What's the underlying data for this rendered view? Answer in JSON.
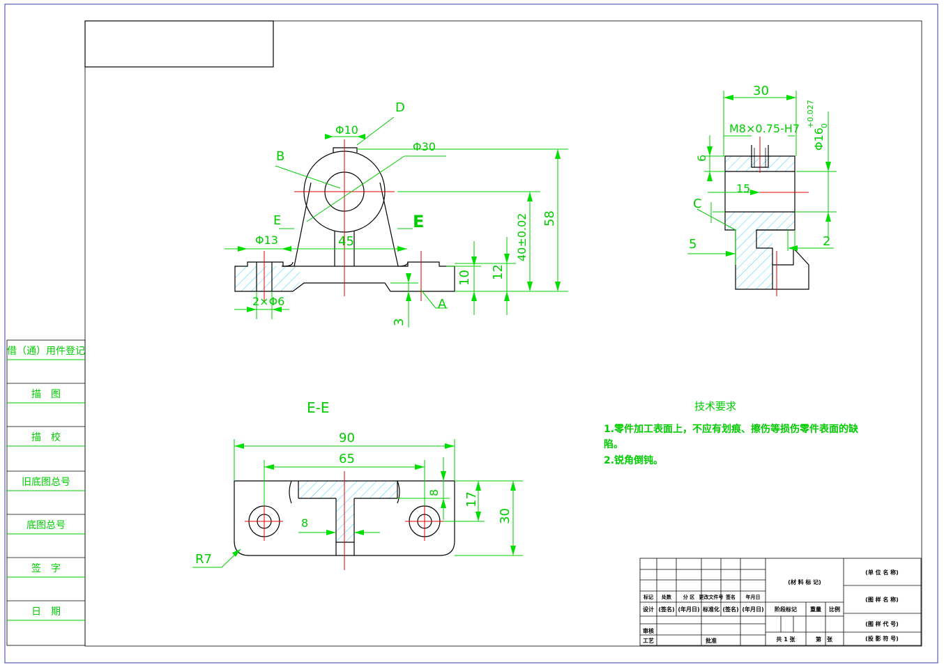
{
  "colors": {
    "line": "#000000",
    "dimension": "#00cc00",
    "centerline": "#e00000",
    "hatch": "#00c8ff",
    "frame": "#3a3aa8"
  },
  "front_view": {
    "labels": {
      "phi10": "Φ10",
      "phi30": "Φ30",
      "D": "D",
      "B": "B",
      "E_left": "E",
      "E_right": "E",
      "A": "A",
      "phi13": "Φ13",
      "d45": "45",
      "holes": "2×Φ6",
      "d10": "10",
      "d12": "12",
      "d3": "3",
      "d40": "40±0.02",
      "d58": "58"
    }
  },
  "side_view": {
    "labels": {
      "d30": "30",
      "thread": "M8×0.75-H7",
      "phi16": "Φ16",
      "tol_upper": "+0.027",
      "tol_lower": "0",
      "d6": "6",
      "d15": "15",
      "C": "C",
      "d5": "5",
      "d2": "2"
    }
  },
  "section_view": {
    "title": "E-E",
    "labels": {
      "d90": "90",
      "d65": "65",
      "d8_top": "8",
      "d8_web": "8",
      "d17": "17",
      "d30": "30",
      "r7": "R7"
    }
  },
  "tech_req": {
    "title": "技术要求",
    "line1": "1.零件加工表面上，不应有划痕、擦伤等损伤零件表面的缺",
    "line1b": "陷。",
    "line2": "2.锐角倒钝。"
  },
  "left_strip": {
    "items": [
      "借（通）用件登记",
      "描　图",
      "描　校",
      "旧底图总号",
      "底图总号",
      "签　字",
      "日　期"
    ]
  },
  "title_block": {
    "hdr": [
      "标记",
      "处数",
      "分 区",
      "更改文件号",
      "签名",
      "年月日"
    ],
    "design": [
      "设计",
      "(签名)",
      "(年月日)",
      "标准化",
      "(签名)",
      "(年月日)"
    ],
    "review": "审核",
    "process": "工艺",
    "approve": "批准",
    "material": "(材 料 标 记)",
    "stage": "阶段标记",
    "weight": "重量",
    "scale": "比例",
    "total": "共 1 张",
    "sheet": "第　张",
    "unit": "(单 位 名 称)",
    "name": "(图 样 名 称)",
    "code": "(图 样 代 号)",
    "proj": "(投 影 符 号)"
  }
}
